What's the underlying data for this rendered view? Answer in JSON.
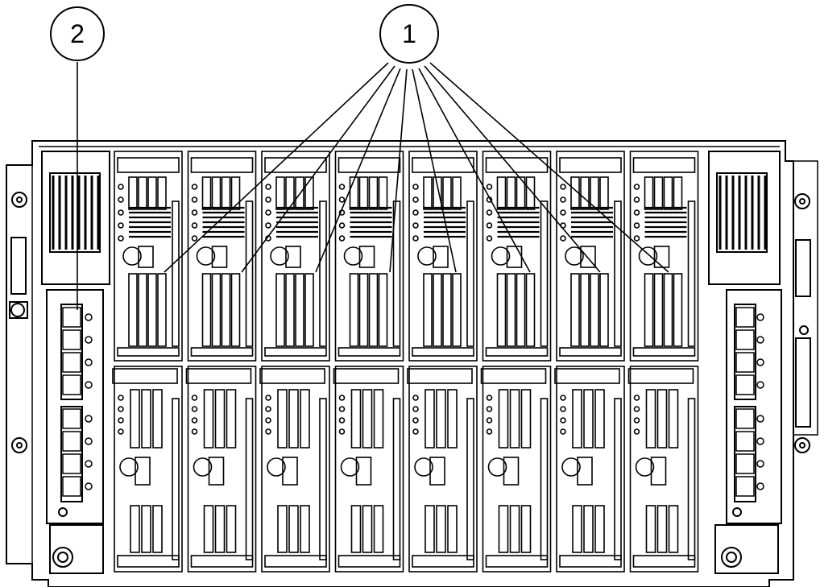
{
  "callouts": [
    {
      "id": "callout-1",
      "label": "1"
    },
    {
      "id": "callout-2",
      "label": "2"
    }
  ],
  "diagram": {
    "upper_blade_count": 8,
    "lower_blade_count": 8,
    "line_color": "#000000",
    "background": "#ffffff"
  }
}
